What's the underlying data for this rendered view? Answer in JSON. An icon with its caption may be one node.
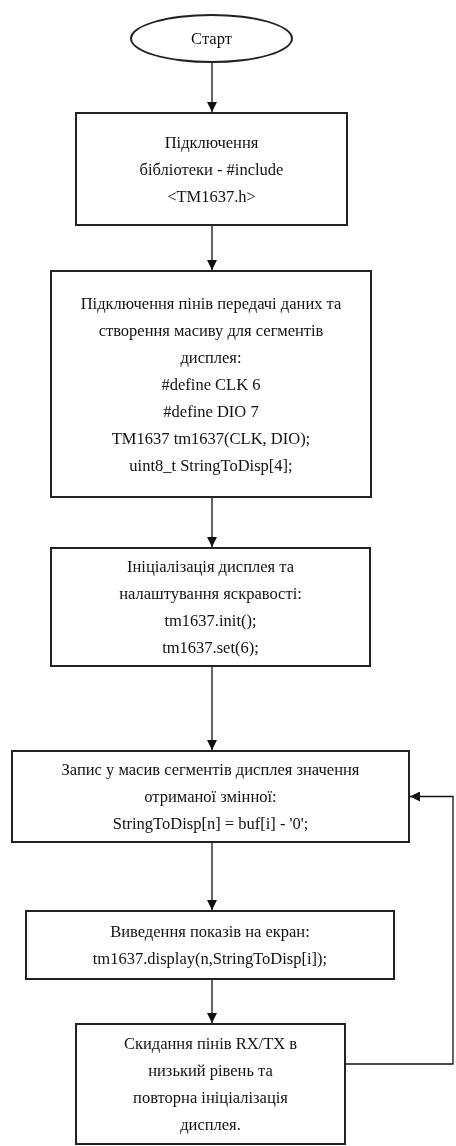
{
  "diagram": {
    "nodes": [
      {
        "text": [
          "Старт"
        ]
      },
      {
        "text": [
          "Підключення бібліотеки - #include <TM1637.h>"
        ]
      },
      {
        "text": [
          "Підключення пінів передачі даних та створення масиву для сегментів дисплея:",
          "#define CLK 6",
          "#define DIO 7",
          "TM1637 tm1637(CLK, DIO);",
          "uint8_t StringToDisp[4];"
        ]
      },
      {
        "text": [
          "Ініціалізація дисплея та налаштування яскравості:",
          "tm1637.init();",
          "tm1637.set(6);"
        ]
      },
      {
        "text": [
          "Запис у масив сегментів дисплея значення отриманої змінної:",
          "StringToDisp[n] = buf[i] - '0';"
        ]
      },
      {
        "text": [
          "Виведення показів на екран:",
          "tm1637.display(n,StringToDisp[i]);"
        ]
      },
      {
        "text": [
          "Скидання пінів RX/TX в низький рівень та повторна ініціалізація дисплея."
        ]
      }
    ],
    "edges": [
      {
        "from": 0,
        "to": 1,
        "arrow": "to"
      },
      {
        "from": 1,
        "to": 2,
        "arrow": "to"
      },
      {
        "from": 2,
        "to": 3,
        "arrow": "to"
      },
      {
        "from": 3,
        "to": 4,
        "arrow": "to"
      },
      {
        "from": 4,
        "to": 5,
        "arrow": "to"
      },
      {
        "from": 5,
        "to": 6,
        "arrow": "to"
      },
      {
        "from": 6,
        "to": 4,
        "arrow": "to"
      }
    ]
  }
}
